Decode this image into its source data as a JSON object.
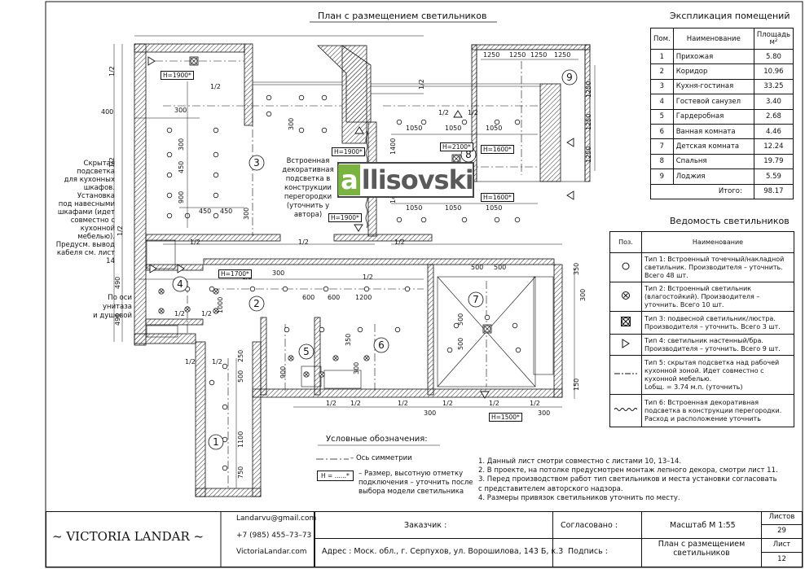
{
  "plan": {
    "title": "План с размещением светильников",
    "rooms": [
      "1",
      "2",
      "3",
      "4",
      "5",
      "6",
      "7",
      "8",
      "9"
    ],
    "room3_note": [
      "Встроенная",
      "декоративная",
      "подсветка в",
      "конструкции",
      "перегородки",
      "(уточнить у",
      "автора)"
    ],
    "left_note": [
      "Скрытая подсветка",
      "для кухонных",
      "шкафов. Установка",
      "под навесными",
      "шкафами (идет",
      "совместно с",
      "кухонной мебелью).",
      "Предусм. вывод",
      "кабеля см. лист 14"
    ],
    "axis_note": [
      "По оси",
      "унитаза",
      "и душевой"
    ],
    "height_marks": [
      "H=1900*",
      "H=1900*",
      "H=1900*",
      "H=2100*",
      "H=1600*",
      "H=1600*",
      "H=1700*",
      "H=1500*"
    ],
    "dims": [
      "1250",
      "1250",
      "1250",
      "1250",
      "300",
      "300",
      "450",
      "450",
      "450",
      "900",
      "900",
      "300",
      "1050",
      "1050",
      "1050",
      "1050",
      "1050",
      "1050",
      "1400",
      "1400",
      "1/2",
      "300",
      "600",
      "600",
      "1200",
      "500",
      "500",
      "500",
      "500",
      "350",
      "300",
      "1000",
      "900",
      "500",
      "250",
      "1100",
      "750",
      "490",
      "490",
      "300",
      "350",
      "300",
      "150",
      "400",
      "150"
    ]
  },
  "explication": {
    "title": "Экспликация помещений",
    "headers": [
      "Пом.",
      "Наименование",
      "Площадь м²"
    ],
    "rows": [
      [
        "1",
        "Прихожая",
        "5.80"
      ],
      [
        "2",
        "Коридор",
        "10.96"
      ],
      [
        "3",
        "Кухня-гостиная",
        "33.25"
      ],
      [
        "4",
        "Гостевой санузел",
        "3.40"
      ],
      [
        "5",
        "Гардеробная",
        "2.68"
      ],
      [
        "6",
        "Ванная комната",
        "4.46"
      ],
      [
        "7",
        "Детская комната",
        "12.24"
      ],
      [
        "8",
        "Спальня",
        "19.79"
      ],
      [
        "9",
        "Лоджия",
        "5.59"
      ]
    ],
    "total_label": "Итого:",
    "total_value": "98.17"
  },
  "schedule": {
    "title": "Ведомость светильников",
    "headers": [
      "Поз.",
      "Наименование"
    ],
    "rows": [
      [
        "Тип 1: Встроенный точечный/накладной",
        "светильник. Производителя – уточнить.",
        "Всего 48 шт."
      ],
      [
        "Тип 2: Встроенный светильник",
        "(влагостойкий). Производителя –",
        "уточнить. Всего 10 шт."
      ],
      [
        "Тип 3: подвесной светильник/люстра.",
        "Производителя – уточнить. Всего 3 шт."
      ],
      [
        "Тип 4: светильник настенный/бра.",
        "Производителя – уточнить. Всего 9 шт."
      ],
      [
        "Тип 5: скрытая подсветка над рабочей",
        "кухонной зоной. Идет совместно с",
        "кухонной мебелью.",
        "Lобщ. = 3.74 м.п. (уточнить)"
      ],
      [
        "Тип 6: Встроенная декоративная",
        "подсветка в конструкции перегородки.",
        "Расход и расположение уточнить"
      ]
    ],
    "icons": [
      "circle-icon",
      "circle-x-icon",
      "square-x-icon",
      "triangle-icon",
      "dash-dot-line-icon",
      "wavy-line-icon"
    ]
  },
  "legend": {
    "title": "Условные обозначения:",
    "axis": "– Ось симметрии",
    "marker": "H = ......*",
    "height_note": [
      "– Размер, высотную отметку",
      "подключения – уточнить после",
      "выбора модели светильника"
    ]
  },
  "notes": [
    "1.  Данный лист смотри совместно с листами 10, 13–14.",
    "2.  В проекте, на потолке предусмотрен монтаж лепного декора, смотри лист 11.",
    "3.  Перед производством работ тип светильников и места установки согласовать",
    "     с представителем авторского надзора.",
    "4.  Размеры привязок светильников уточнить по месту."
  ],
  "watermark": {
    "a": "a",
    "rest": "llisovski"
  },
  "titleblock": {
    "brand": "~ VICTORIA LANDAR ~",
    "email": "Landarvu@gmail.com",
    "phone": "+7 (985) 455–73–73",
    "site": "VictoriaLandar.com",
    "customer": "Заказчик :",
    "address": "Адрес : Моск. обл., г. Серпухов, ул. Ворошилова, 143 Б, к.3",
    "agreed": "Согласовано :",
    "signature": "Подпись :",
    "scale": "Масштаб М 1:55",
    "sheets_label": "Листов",
    "sheets_value": "29",
    "sheet_label": "Лист",
    "sheet_value": "12",
    "sheet_title": [
      "План с размещением",
      "светильников"
    ]
  }
}
